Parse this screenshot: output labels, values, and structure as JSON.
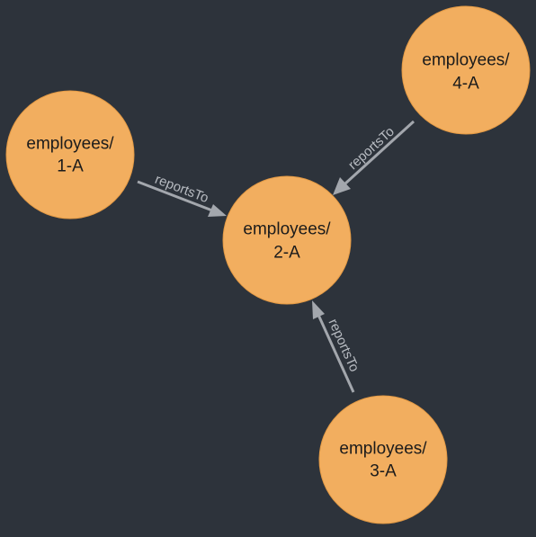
{
  "graph": {
    "nodes": [
      {
        "id": "1-A",
        "line1": "employees/",
        "line2": "1-A"
      },
      {
        "id": "2-A",
        "line1": "employees/",
        "line2": "2-A"
      },
      {
        "id": "3-A",
        "line1": "employees/",
        "line2": "3-A"
      },
      {
        "id": "4-A",
        "line1": "employees/",
        "line2": "4-A"
      }
    ],
    "edges": [
      {
        "from": "1-A",
        "to": "2-A",
        "label": "reportsTo"
      },
      {
        "from": "4-A",
        "to": "2-A",
        "label": "reportsTo"
      },
      {
        "from": "3-A",
        "to": "2-A",
        "label": "reportsTo"
      }
    ]
  },
  "colors": {
    "background": "#2d333b",
    "node_fill": "#f2ae5f",
    "edge": "#a3a7ad",
    "edge_label": "#b8bcc2"
  }
}
